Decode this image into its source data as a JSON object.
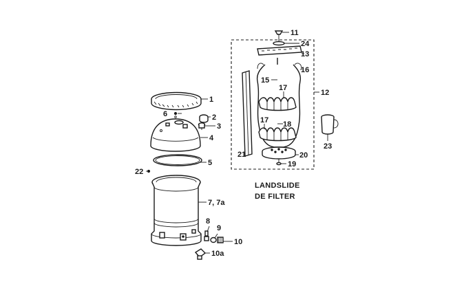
{
  "diagram": {
    "caption_line1": "LANDSLIDE",
    "caption_line2": "DE FILTER",
    "labels": {
      "p1": "1",
      "p2": "2",
      "p3": "3",
      "p4": "4",
      "p5": "5",
      "p6": "6",
      "p7": "7, 7a",
      "p8": "8",
      "p9": "9",
      "p10": "10",
      "p10a": "10a",
      "p11": "11",
      "p12": "12",
      "p13": "13",
      "p15": "15",
      "p16": "16",
      "p17a": "17",
      "p17b": "17",
      "p18": "18",
      "p19": "19",
      "p20": "20",
      "p21": "21",
      "p22": "22",
      "p23": "23",
      "p24": "24"
    }
  }
}
